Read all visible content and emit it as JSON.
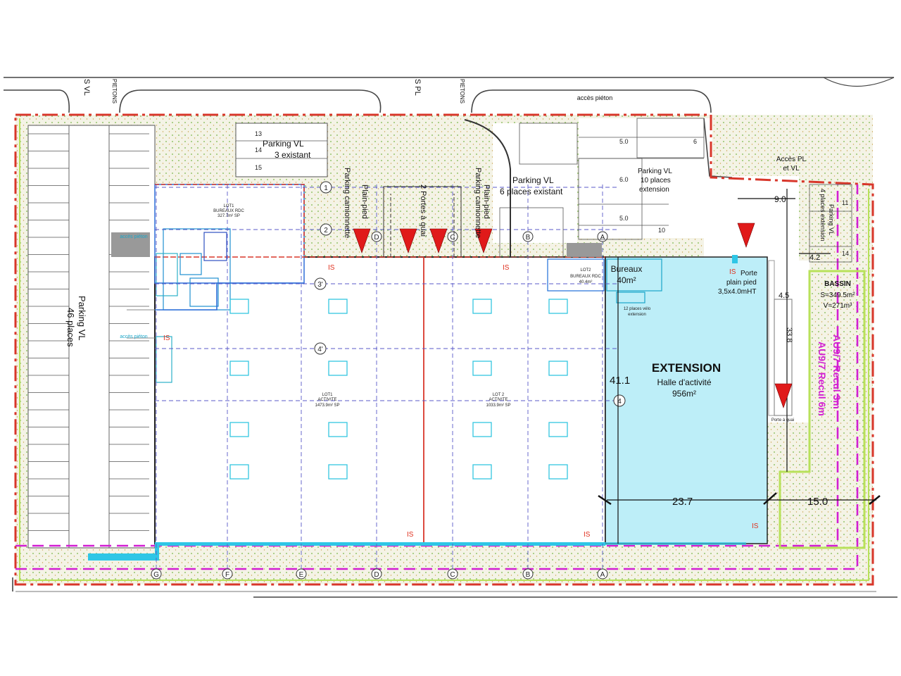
{
  "labels": {
    "s_vl": "S VL",
    "pieton_1": "PIETONS",
    "s_pl": "S PL",
    "pieton_2": "PIETONS",
    "acces_pieton_top": "accès piéton",
    "parking_vl_3": "Parking VL",
    "parking_vl_3_sub": "3 existant",
    "parking_vl_6": "Parking VL",
    "parking_vl_6_sub": "6 places existant",
    "parking_vl_10": "Parking VL",
    "parking_vl_10_sub1": "10 places",
    "parking_vl_10_sub2": "extension",
    "parking_camionnette_1": "Parking camionnette",
    "plain_pied_1": "Plain-pied",
    "deux_portes": "2 Portes à quai",
    "plain_pied_2": "Plain-pied",
    "parking_camionnette_2": "Parking camionnette",
    "parking_vl_46": "Parking VL",
    "parking_vl_46_sub": "46 places",
    "acces_pl": "Accès PL",
    "acces_pl_sub": "et VL",
    "parking_vl_ext": "Parking VL",
    "parking_vl_ext_sub": "4 places extension",
    "lot1_bureaux": "LOT1",
    "lot1_bureaux_sub": "BUREAUX RDC",
    "lot1_bureaux_area": "327.7m² SP",
    "acces_pieton_1": "accès piéton",
    "acces_pieton_2": "accès piéton",
    "lot1_activite": "LOT1",
    "lot1_activite_sub": "ACTIVITE",
    "lot1_activite_area": "1473.9m² SP",
    "lot2_activite": "LOT 2",
    "lot2_activite_sub": "ACTIVITE",
    "lot2_activite_area": "1033.9m² SP",
    "lot2_bureaux": "LOT2",
    "lot2_bureaux_sub": "BUREAUX RDC",
    "lot2_bureaux_area": "40.4m²",
    "bureaux_ext": "Bureaux",
    "bureaux_ext_area": "40m²",
    "velo": "12 places vélo",
    "velo_sub": "extension",
    "porte": "Porte",
    "porte_sub": "plain pied",
    "porte_dim": "3,5x4.0mHT",
    "extension_title": "EXTENSION",
    "extension_sub": "Halle d'activité",
    "extension_area": "956m²",
    "bassin": "BASSIN",
    "bassin_s": "S=349.5m²",
    "bassin_v": "V=271m³",
    "recul_3": "AU9/7 Recul 3m",
    "recul_6": "AU9/7 Recul 6m",
    "dim_411": "41.1",
    "dim_237": "23.7",
    "dim_150": "15.0",
    "dim_90": "9.0",
    "dim_42": "4.2",
    "dim_45": "4.5",
    "dim_338": "33.8",
    "dim_50a": "5.0",
    "dim_60": "6.0",
    "dim_50b": "5.0",
    "porte_quai": "Porte à quai",
    "is": "IS",
    "stall_13": "13",
    "stall_14": "14",
    "stall_15": "15",
    "stall_6": "6",
    "stall_10": "10",
    "stall_11": "11",
    "stall_14b": "14"
  },
  "grid_axes": {
    "bottom": [
      "G",
      "F",
      "E",
      "D",
      "C",
      "B",
      "A"
    ],
    "top": [
      "D",
      "C",
      "B",
      "A"
    ],
    "rows": [
      "1",
      "2",
      "3'",
      "4'",
      "4"
    ]
  },
  "colors": {
    "boundary_red": "#d8362a",
    "recul_magenta": "#d21fd2",
    "extension_fill": "#bdeef8",
    "cyan_line": "#2ec6e6",
    "green_area": "#f4f3e6",
    "green_dot": "#7ab648",
    "bassin_green": "#b8e15a",
    "marker_red": "#e01a1a",
    "grid_blue": "#5a5ac8"
  }
}
